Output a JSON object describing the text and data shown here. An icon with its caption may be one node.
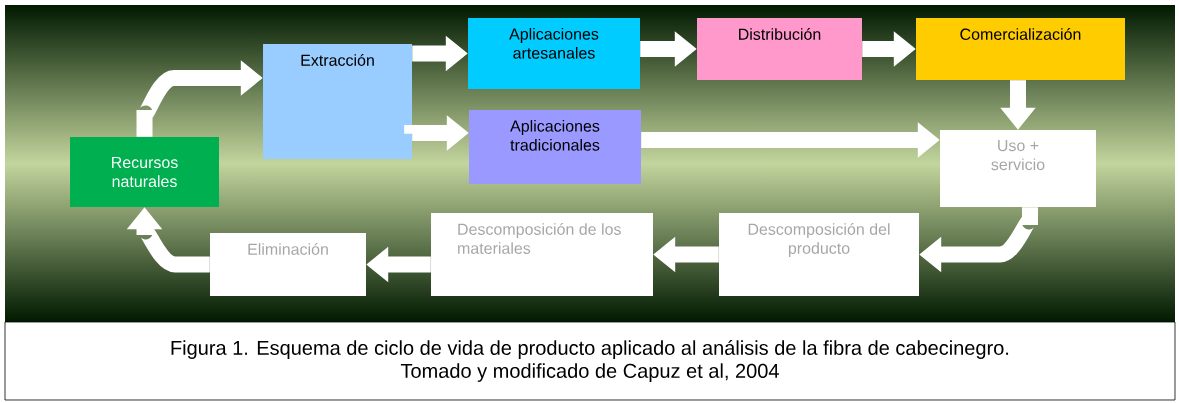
{
  "diagram": {
    "caption": "Figura 1. Esquema de ciclo de vida de producto aplicado al análisis de la fibra de cabecinegro. Tomado y modificado de Capuz et al, 2004",
    "nodes": [
      {
        "text": [
          "Recursos naturales"
        ]
      },
      {
        "text": [
          "Extracción"
        ]
      },
      {
        "text": [
          "Aplicaciones artesanales"
        ]
      },
      {
        "text": [
          "Distribución"
        ]
      },
      {
        "text": [
          "Comercialización"
        ]
      },
      {
        "text": [
          "Aplicaciones tradicionales"
        ]
      },
      {
        "text": [
          "Uso + servicio"
        ]
      },
      {
        "text": [
          "Descomposición del producto"
        ]
      },
      {
        "text": [
          "Descomposición de los materiales"
        ]
      },
      {
        "text": [
          "Eliminación"
        ]
      }
    ],
    "edges": [
      {
        "from": 0,
        "to": 1,
        "arrow": "to"
      },
      {
        "from": 1,
        "to": 2,
        "arrow": "to"
      },
      {
        "from": 1,
        "to": 5,
        "arrow": "to"
      },
      {
        "from": 2,
        "to": 3,
        "arrow": "to"
      },
      {
        "from": 3,
        "to": 4,
        "arrow": "to"
      },
      {
        "from": 4,
        "to": 6,
        "arrow": "to"
      },
      {
        "from": 5,
        "to": 6,
        "arrow": "to"
      },
      {
        "from": 6,
        "to": 7,
        "arrow": "to"
      },
      {
        "from": 7,
        "to": 8,
        "arrow": "to"
      },
      {
        "from": 8,
        "to": 9,
        "arrow": "to"
      },
      {
        "from": 9,
        "to": 0,
        "arrow": "to"
      }
    ]
  }
}
